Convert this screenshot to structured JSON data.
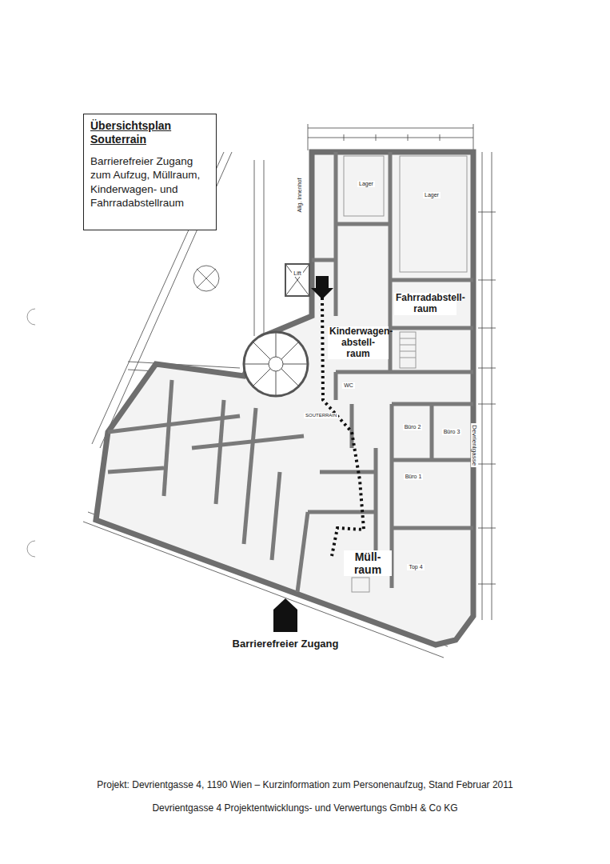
{
  "diagram": {
    "caption": "Projekt: Devrientgasse 4, 1190 Wien – Kurzinformation zum Personenaufzug, Stand Februar 2011",
    "nodes": [
      {
        "text": [
          "Übersichtsplan Souterrain",
          "Barrierefreier Zugang zum Aufzug, Müllraum, Kinderwagen- und Fahrradabstellraum"
        ]
      }
    ],
    "labels": [
      "Fahrradabstell- raum",
      "Kinderwagen- abstell- raum",
      "Müll- raum",
      "Barrierefreier Zugang",
      "Devrientgasse",
      "Allg. Innenhof",
      "SOUTERRAIN",
      "Lager",
      "Lager",
      "Büro 1",
      "Büro 2",
      "Büro 3",
      "Top 4",
      "WC",
      "Lift",
      "Devrientgasse 4 Projektentwicklungs- und Verwertungs GmbH & Co KG"
    ]
  }
}
